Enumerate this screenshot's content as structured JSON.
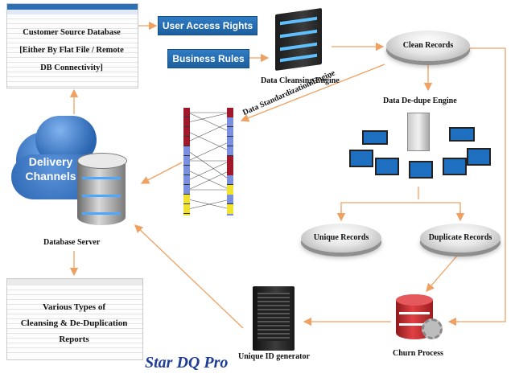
{
  "source_db": {
    "line1": "Customer Source Database",
    "line2": "[Either By Flat File / Remote",
    "line3": "DB Connectivity]"
  },
  "access_rights": "User Access Rights",
  "business_rules": "Business Rules",
  "cleansing_engine": "Data Cleansing Engine",
  "clean_records": "Clean Records",
  "standardization_engine": "Data Standardization Engine",
  "dedupe_engine": "Data De-dupe Engine",
  "delivery": {
    "line1": "Delivery",
    "line2": "Channels"
  },
  "database_server": "Database Server",
  "unique_records": "Unique Records",
  "duplicate_records": "Duplicate Records",
  "reports": {
    "line1": "Various Types of",
    "line2": "Cleansing & De-Duplication",
    "line3": "Reports"
  },
  "churn_process": "Churn Process",
  "uid_generator": "Unique ID generator",
  "brand": "Star DQ Pro",
  "colors": {
    "arrow": "#f0a060",
    "blue_box": "#2670b8",
    "cloud": "#2a64b0",
    "churn_red": "#c8262a",
    "grid_red": "#a0182a",
    "grid_blue": "#7b8fe0",
    "grid_yellow": "#f2e230"
  }
}
